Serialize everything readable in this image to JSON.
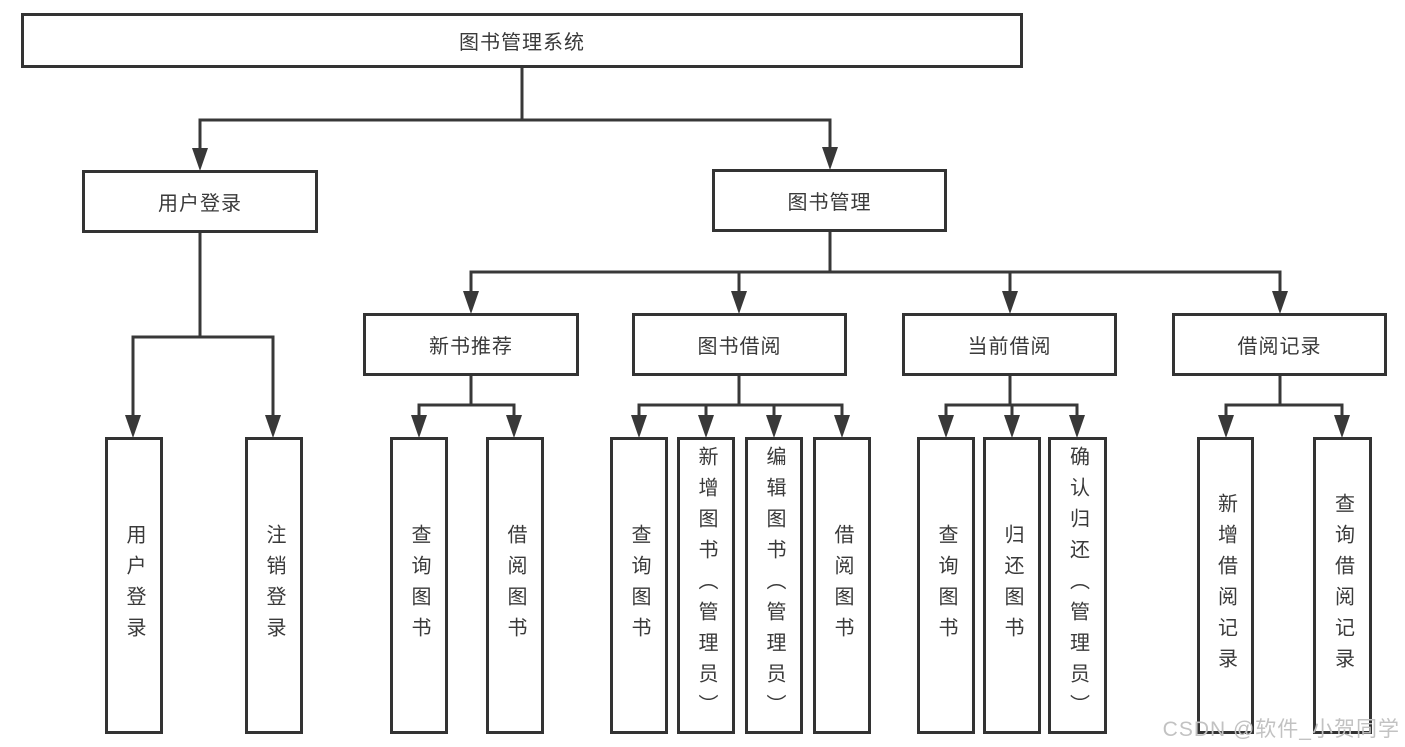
{
  "nodes": {
    "root": "图书管理系统",
    "level2": {
      "userLogin": "用户登录",
      "bookMgmt": "图书管理"
    },
    "level3": {
      "newBookRec": "新书推荐",
      "bookBorrow": "图书借阅",
      "currentBorrow": "当前借阅",
      "borrowRecords": "借阅记录"
    },
    "level4": {
      "userLoginLeaf": "用户登录",
      "logoutLeaf": "注销登录",
      "queryBooksRec": "查询图书",
      "borrowBooksRec": "借阅图书",
      "queryBooksBorrow": "查询图书",
      "addBooksAdmin": "新增图书（管理员）",
      "editBooksAdmin": "编辑图书（管理员）",
      "borrowBooksBorrow": "借阅图书",
      "queryBooksCurrent": "查询图书",
      "returnBooks": "归还图书",
      "confirmReturnAdmin": "确认归还（管理员）",
      "addBorrowRecord": "新增借阅记录",
      "queryBorrowRecord": "查询借阅记录"
    }
  },
  "watermark": "CSDN @软件_小贺同学",
  "colors": {
    "line": "#383838",
    "border": "#333333",
    "text": "#3a3a3a",
    "background": "#ffffff",
    "watermark": "#c2c2c2"
  }
}
